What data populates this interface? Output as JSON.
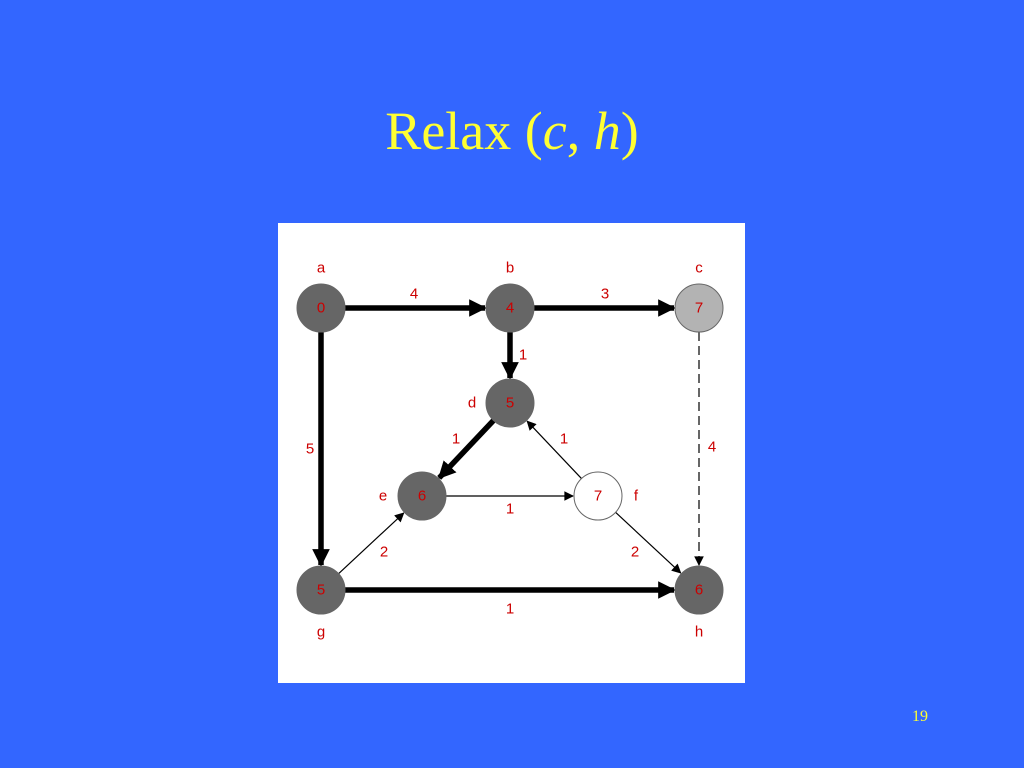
{
  "slide": {
    "title_prefix": "Relax (",
    "title_var1": "c",
    "title_sep": ", ",
    "title_var2": "h",
    "title_suffix": ")",
    "page_number": "19"
  },
  "colors": {
    "background": "#3366ff",
    "title": "#ffff33",
    "panel": "#ffffff",
    "label": "#cc0000",
    "node_visited": "#666666",
    "node_current": "#b3b3b3",
    "node_unvisited": "#ffffff"
  },
  "graph": {
    "nodes": [
      {
        "id": "a",
        "name": "a",
        "distance": "0",
        "state": "visited"
      },
      {
        "id": "b",
        "name": "b",
        "distance": "4",
        "state": "visited"
      },
      {
        "id": "c",
        "name": "c",
        "distance": "7",
        "state": "current"
      },
      {
        "id": "d",
        "name": "d",
        "distance": "5",
        "state": "visited"
      },
      {
        "id": "e",
        "name": "e",
        "distance": "6",
        "state": "visited"
      },
      {
        "id": "f",
        "name": "f",
        "distance": "7",
        "state": "unvisited"
      },
      {
        "id": "g",
        "name": "g",
        "distance": "5",
        "state": "visited"
      },
      {
        "id": "h",
        "name": "h",
        "distance": "6",
        "state": "visited"
      }
    ],
    "edges": [
      {
        "from": "a",
        "to": "b",
        "weight": "4",
        "style": "thick"
      },
      {
        "from": "b",
        "to": "c",
        "weight": "3",
        "style": "thick"
      },
      {
        "from": "a",
        "to": "g",
        "weight": "5",
        "style": "thick"
      },
      {
        "from": "b",
        "to": "d",
        "weight": "1",
        "style": "thick"
      },
      {
        "from": "d",
        "to": "e",
        "weight": "1",
        "style": "thick"
      },
      {
        "from": "f",
        "to": "d",
        "weight": "1",
        "style": "thin"
      },
      {
        "from": "e",
        "to": "f",
        "weight": "1",
        "style": "thin"
      },
      {
        "from": "g",
        "to": "e",
        "weight": "2",
        "style": "thin"
      },
      {
        "from": "f",
        "to": "h",
        "weight": "2",
        "style": "thin"
      },
      {
        "from": "g",
        "to": "h",
        "weight": "1",
        "style": "thick"
      },
      {
        "from": "c",
        "to": "h",
        "weight": "4",
        "style": "dashed"
      }
    ]
  }
}
